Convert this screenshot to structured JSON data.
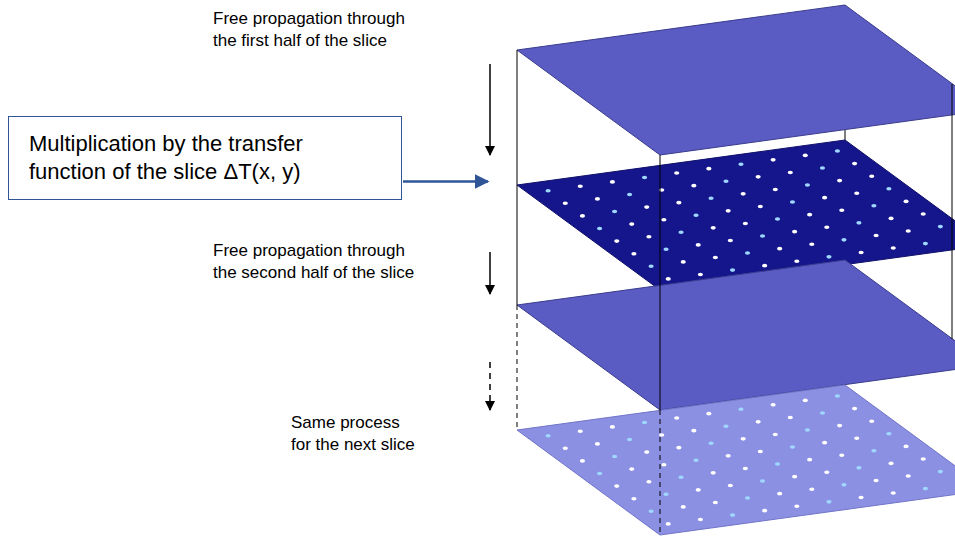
{
  "diagram": {
    "nodes": [
      {
        "text": [
          "Multiplication by the transfer function of the slice ΔT(x, y)"
        ]
      }
    ],
    "labels": [
      "Free propagation through the first half of the slice",
      "Free propagation through the second half of the slice",
      "Same process for the next slice"
    ]
  }
}
